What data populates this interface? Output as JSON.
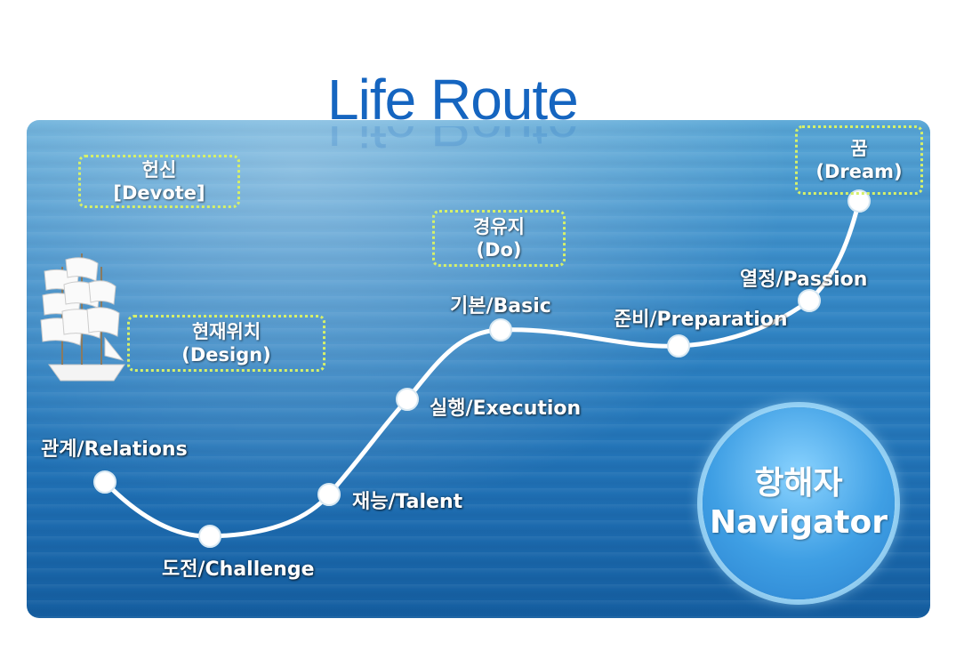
{
  "title": "Life Route",
  "boxes": {
    "devote": {
      "ko": "헌신",
      "en": "[Devote]"
    },
    "design": {
      "ko": "현재위치",
      "en": "(Design)"
    },
    "do": {
      "ko": "경유지",
      "en": "(Do)"
    },
    "dream": {
      "ko": "꿈",
      "en": "(Dream)"
    }
  },
  "route_labels": {
    "relations": "관계/Relations",
    "challenge": "도전/Challenge",
    "talent": "재능/Talent",
    "execution": "실행/Execution",
    "basic": "기본/Basic",
    "preparation": "준비/Preparation",
    "passion": "열정/Passion"
  },
  "navigator": {
    "ko": "항해자",
    "en": "Navigator"
  },
  "colors": {
    "title": "#1565c0",
    "box_border": "#d6f06a",
    "route": "#ffffff",
    "sea": "#2b7fc0"
  }
}
